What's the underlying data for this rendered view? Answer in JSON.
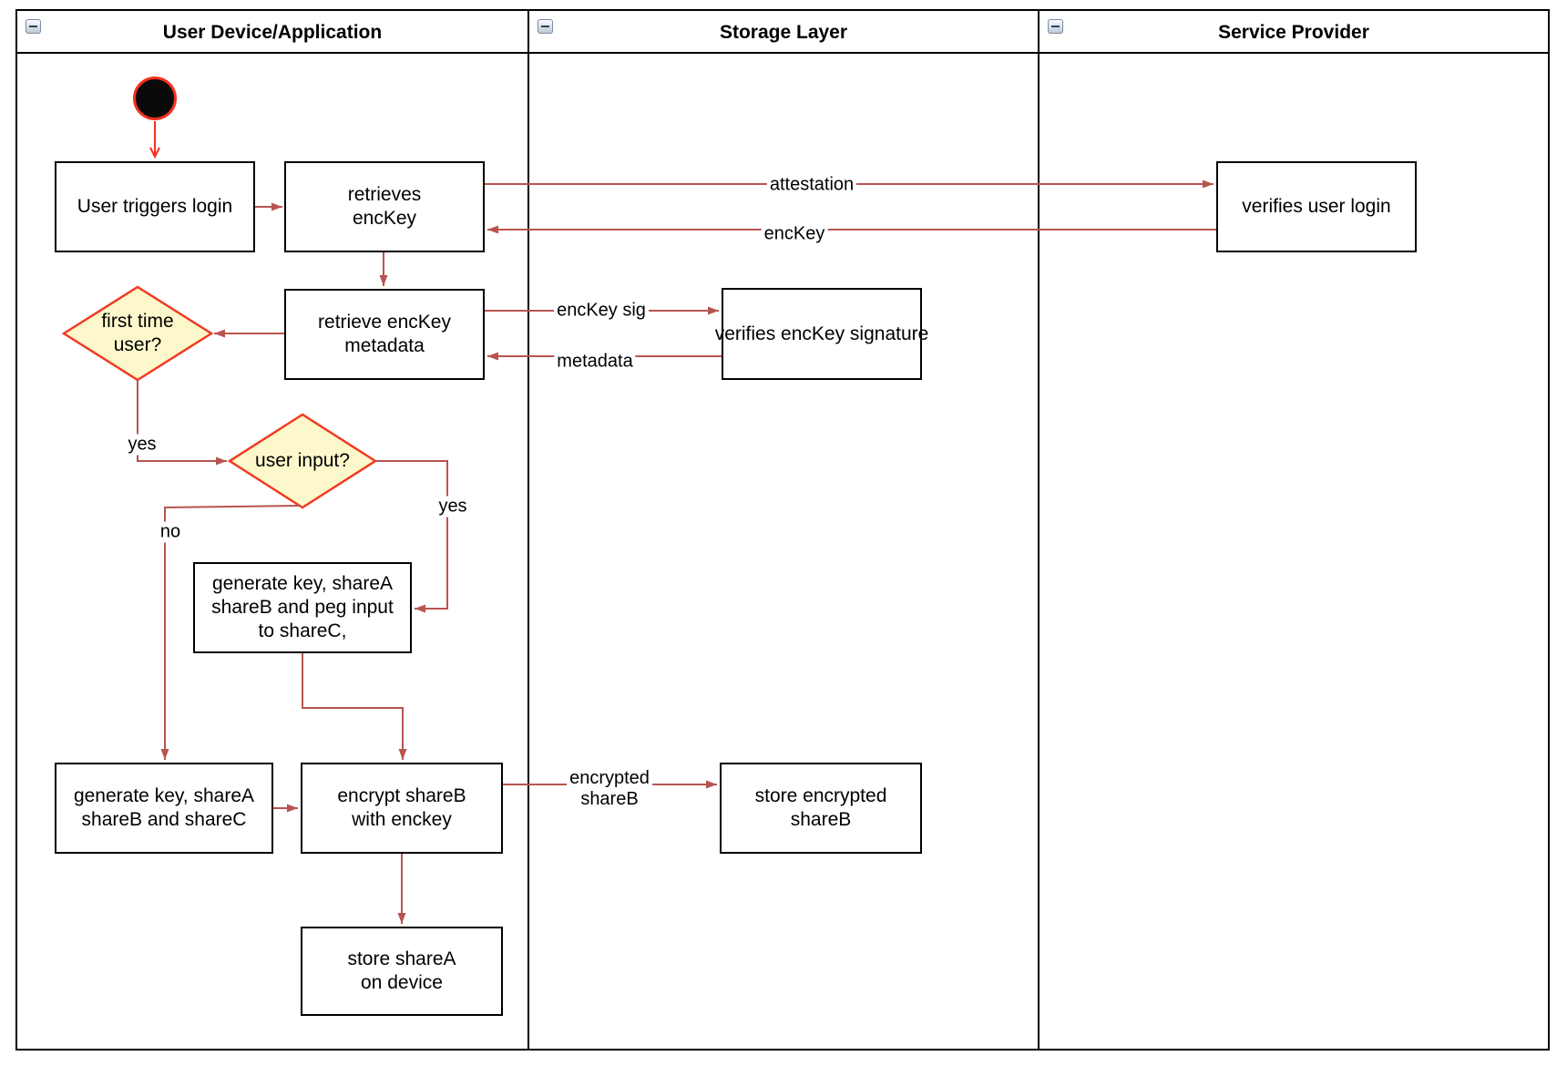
{
  "diagram": {
    "lanes": [
      {
        "title": "User Device/Application"
      },
      {
        "title": "Storage Layer"
      },
      {
        "title": "Service Provider"
      }
    ],
    "nodes": {
      "user_triggers_login": "User triggers login",
      "retrieves_enckey": "retrieves\nencKey",
      "verifies_user_login": "verifies user login",
      "retrieve_metadata": "retrieve encKey\nmetadata",
      "verifies_sig": "verifies encKey signature",
      "first_time_user": "first time\nuser?",
      "user_input": "user input?",
      "generate_peg": "generate key, shareA\nshareB and peg input\nto shareC,",
      "generate_abc": "generate key, shareA\nshareB and shareC",
      "encrypt_shareb": "encrypt shareB\nwith enckey",
      "store_encrypted": "store encrypted\nshareB",
      "store_sharea": "store shareA\non device"
    },
    "edge_labels": {
      "attestation": "attestation",
      "enckey": "encKey",
      "enckey_sig": "encKey sig",
      "metadata": "metadata",
      "first_time_yes": "yes",
      "user_input_no": "no",
      "user_input_yes": "yes",
      "encrypted_shareb": "encrypted\nshareB"
    },
    "colors": {
      "edge": "#B85450",
      "start_accent": "#F5301D",
      "decision_fill": "#FCF8CB",
      "decision_border": "#F23B22",
      "node_border": "#000000"
    }
  }
}
